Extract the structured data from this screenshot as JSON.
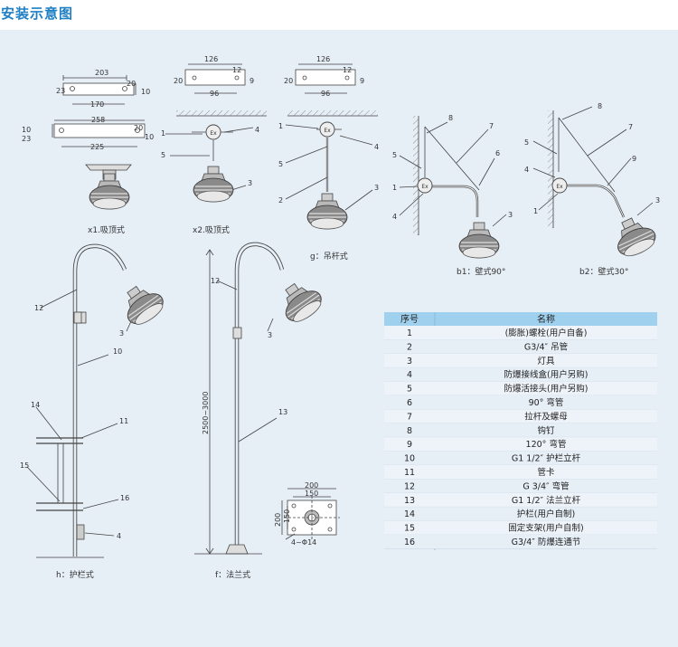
{
  "title": "安装示意图",
  "captions": {
    "x1": "x1.吸顶式",
    "x2": "x2.吸顶式",
    "g": "g：吊杆式",
    "b1": "b1：壁式90°",
    "b2": "b2：壁式30°",
    "h": "h：护栏式",
    "f": "f：法兰式"
  },
  "dims": {
    "x1": {
      "w1": "203",
      "h1": "23",
      "h2": "20",
      "h3": "10",
      "w2": "170",
      "w3": "258",
      "h4": "10",
      "h5": "23",
      "h6": "20",
      "w4": "225",
      "h7": "10"
    },
    "x2": {
      "w1": "126",
      "h1": "20",
      "h2": "12",
      "h3": "9",
      "w2": "96"
    },
    "g": {
      "w1": "126",
      "h1": "20",
      "h2": "12",
      "h3": "9",
      "w2": "96"
    },
    "pole": "2500~3000",
    "flange": {
      "w1": "200",
      "w2": "150",
      "h1": "200",
      "h2": "150",
      "hole": "4~Φ14"
    }
  },
  "callouts": [
    "1",
    "2",
    "3",
    "4",
    "5",
    "6",
    "7",
    "8",
    "9",
    "10",
    "11",
    "12",
    "13",
    "14",
    "15",
    "16"
  ],
  "table": {
    "headers": [
      "序号",
      "名称"
    ],
    "rows": [
      [
        "1",
        "(膨胀)螺栓(用户自备)"
      ],
      [
        "2",
        "G3/4″  吊管"
      ],
      [
        "3",
        "灯具"
      ],
      [
        "4",
        "防爆接线盒(用户另购)"
      ],
      [
        "5",
        "防爆活接头(用户另购)"
      ],
      [
        "6",
        "90°  弯管"
      ],
      [
        "7",
        "拉杆及螺母"
      ],
      [
        "8",
        "钩钉"
      ],
      [
        "9",
        "120°  弯管"
      ],
      [
        "10",
        "G1 1/2″  护栏立杆"
      ],
      [
        "11",
        "管卡"
      ],
      [
        "12",
        "G 3/4″  弯管"
      ],
      [
        "13",
        "G1 1/2″  法兰立杆"
      ],
      [
        "14",
        "护栏(用户自制)"
      ],
      [
        "15",
        "固定支架(用户自制)"
      ],
      [
        "16",
        "G3/4″  防爆连通节"
      ]
    ]
  },
  "colors": {
    "accent": "#1f7fc4",
    "panel": "#e6eef6",
    "table_head": "#9fd0ee",
    "line": "#444444"
  }
}
